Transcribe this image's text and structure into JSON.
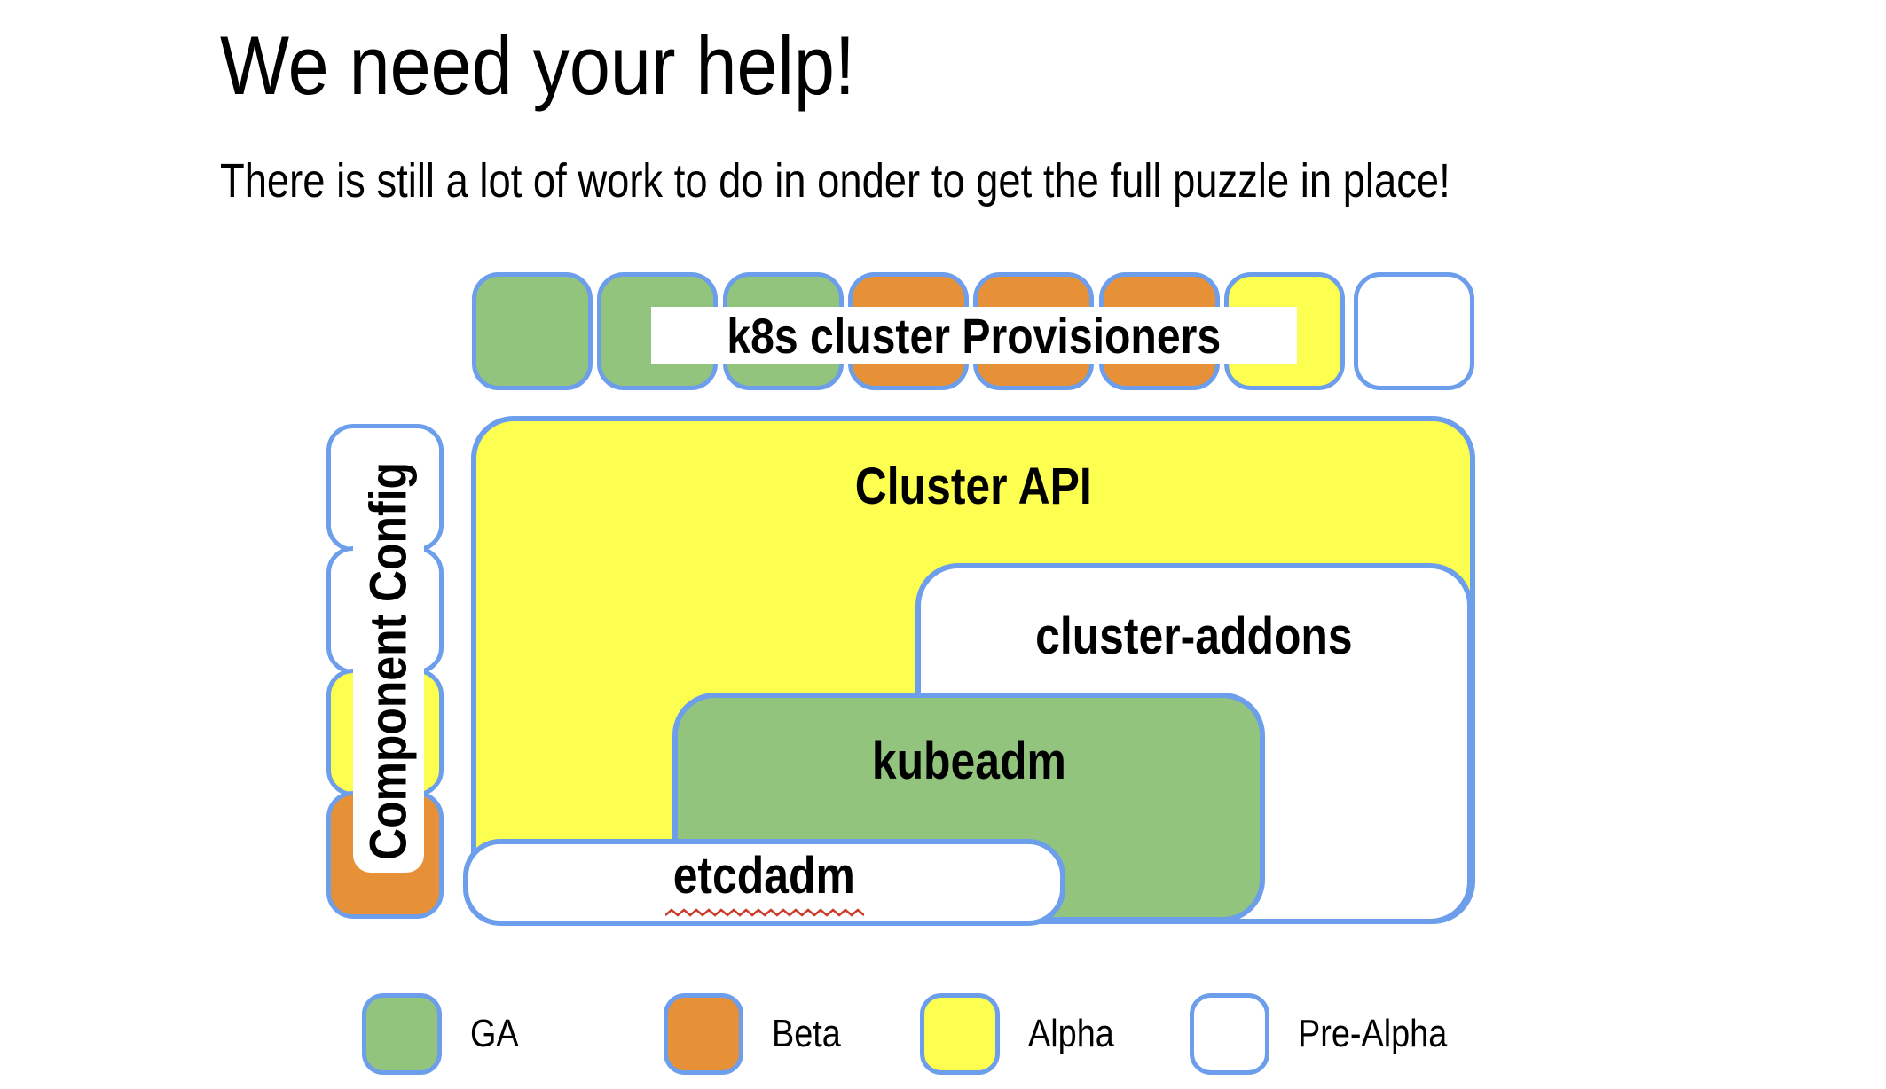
{
  "slide": {
    "title": "We need your help!",
    "subtitle": "There is still a lot of work to do in onder to get the full puzzle in place!"
  },
  "diagram": {
    "provisioners": {
      "label": "k8s cluster Provisioners",
      "squares": [
        "ga",
        "ga",
        "ga",
        "beta",
        "beta",
        "beta",
        "alpha",
        "pre_alpha"
      ]
    },
    "component_config": {
      "label": "Component Config",
      "squares": [
        "pre_alpha",
        "pre_alpha",
        "alpha",
        "beta"
      ]
    },
    "cluster_api": {
      "label": "Cluster API",
      "status": "alpha"
    },
    "cluster_addons": {
      "label": "cluster-addons",
      "status": "pre_alpha"
    },
    "kubeadm": {
      "label": "kubeadm",
      "status": "ga"
    },
    "etcdadm": {
      "label": "etcdadm",
      "status": "pre_alpha"
    }
  },
  "legend": {
    "items": [
      {
        "label": "GA",
        "status": "ga"
      },
      {
        "label": "Beta",
        "status": "beta"
      },
      {
        "label": "Alpha",
        "status": "alpha"
      },
      {
        "label": "Pre-Alpha",
        "status": "pre_alpha"
      }
    ]
  },
  "colors": {
    "ga": "#93c47d",
    "beta": "#e69138",
    "alpha": "#fdff50",
    "pre_alpha": "#ffffff",
    "border": "#6d9eeb",
    "squiggle": "#cc3a2a",
    "text": "#000000"
  }
}
